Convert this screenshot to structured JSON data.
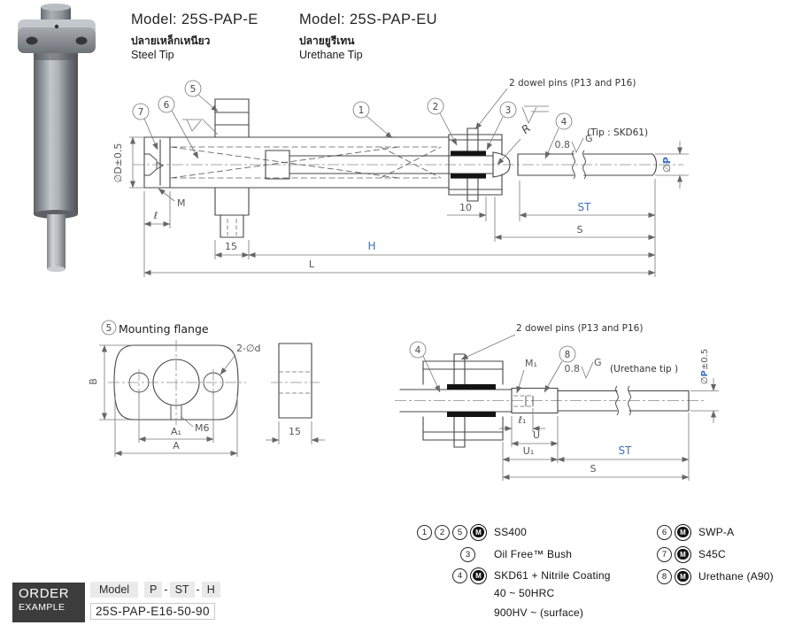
{
  "titles": {
    "steel_model": "Model: 25S-PAP-E",
    "steel_thai": "ปลายเหล็กเหนียว",
    "steel_en": "Steel Tip",
    "urethane_model": "Model: 25S-PAP-EU",
    "urethane_thai": "ปลายยูรีเทน",
    "urethane_en": "Urethane Tip"
  },
  "colors": {
    "accent_blue": "#3e6fc1",
    "line_dark": "#454545",
    "dim_gray": "#787878"
  },
  "d1": {
    "callout_1": "1",
    "callout_2": "2",
    "callout_3": "3",
    "callout_4": "4",
    "callout_5": "5",
    "callout_6": "6",
    "callout_7": "7",
    "dowel_note": "2 dowel pins (P13 and P16)",
    "tip_note": "(Tip : SKD61)",
    "rough_val": "0.8",
    "rough_g": "G",
    "r_label": "R",
    "dia_d": "∅D±0.5",
    "m_label": "M",
    "ell": "ℓ",
    "dim_10": "10",
    "st": "ST",
    "s": "S",
    "dim_15": "15",
    "h": "H",
    "l": "L",
    "dia_sym": "∅",
    "p_letter": "P"
  },
  "flange": {
    "callout_5": "5",
    "title": "Mounting flange",
    "b": "B",
    "two_dia_d": "2-∅d",
    "m6": "M6",
    "a1": "A₁",
    "a": "A",
    "dim_15": "15"
  },
  "d2": {
    "callout_4": "4",
    "callout_8": "8",
    "dowel_note": "2 dowel pins (P13 and P16)",
    "tip_note": "(Urethane tip )",
    "m1": "M₁",
    "rough_val": "0.8",
    "rough_g": "G",
    "dia_sym": "∅",
    "p_letter": "P",
    "p_tol": "±0.5",
    "ell1": "ℓ₁",
    "u": "U",
    "u1": "U₁",
    "st": "ST",
    "s": "S"
  },
  "materials": {
    "m_letter": "M",
    "left": [
      {
        "badges": [
          "1",
          "2",
          "5"
        ],
        "text": "SS400"
      },
      {
        "badges": [
          "3"
        ],
        "text": "Oil Free™ Bush"
      },
      {
        "badges": [
          "4"
        ],
        "text": "SKD61 + Nitrile Coating",
        "extra1": "40 ~ 50HRC",
        "extra2": "900HV ~ (surface)"
      }
    ],
    "right": [
      {
        "badges": [
          "6"
        ],
        "text": "SWP-A"
      },
      {
        "badges": [
          "7"
        ],
        "text": "S45C"
      },
      {
        "badges": [
          "8"
        ],
        "text": "Urethane (A90)"
      }
    ]
  },
  "order": {
    "line1": "ORDER",
    "line2": "EXAMPLE",
    "model_chip": "Model",
    "p": "P",
    "st": "ST",
    "h": "H",
    "dash1": "-",
    "dash2": "-",
    "example": "25S-PAP-E16-50-90"
  }
}
